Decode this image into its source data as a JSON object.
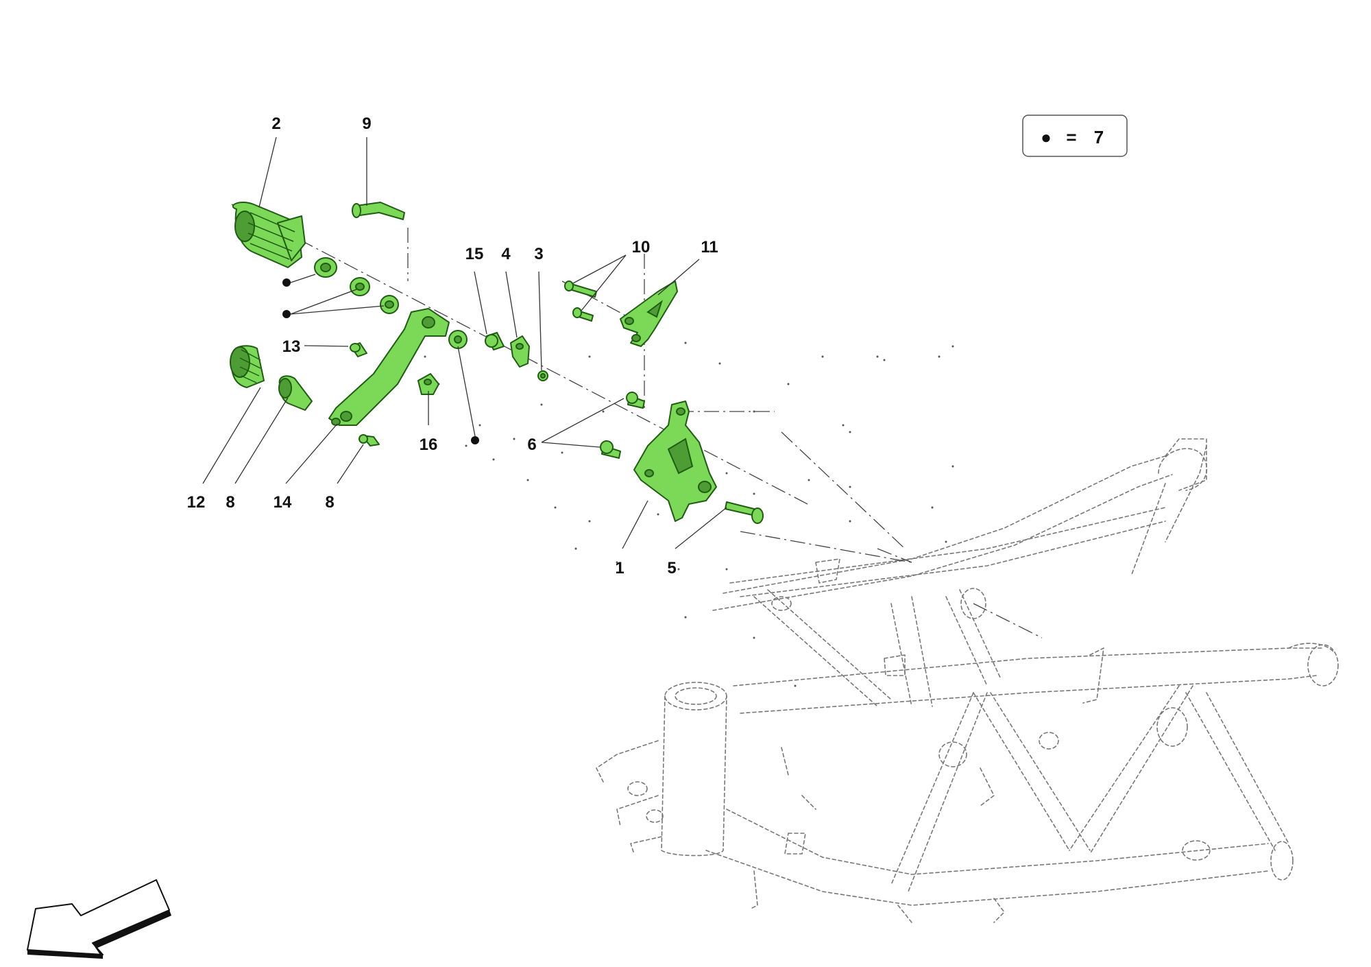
{
  "legend": {
    "symbol": "●",
    "equals": "=",
    "value": "7"
  },
  "callouts": {
    "c2": "2",
    "c9": "9",
    "c15": "15",
    "c4": "4",
    "c3": "3",
    "c10": "10",
    "c11": "11",
    "c13": "13",
    "c16": "16",
    "c6": "6",
    "c12": "12",
    "c8a": "8",
    "c14": "14",
    "c8b": "8",
    "c1": "1",
    "c5": "5"
  },
  "colors": {
    "part_fill": "#7cd957",
    "part_stroke": "#1f5d12",
    "frame": "#777777"
  },
  "icons": {
    "direction_arrow": "arrow-down-left-icon"
  }
}
